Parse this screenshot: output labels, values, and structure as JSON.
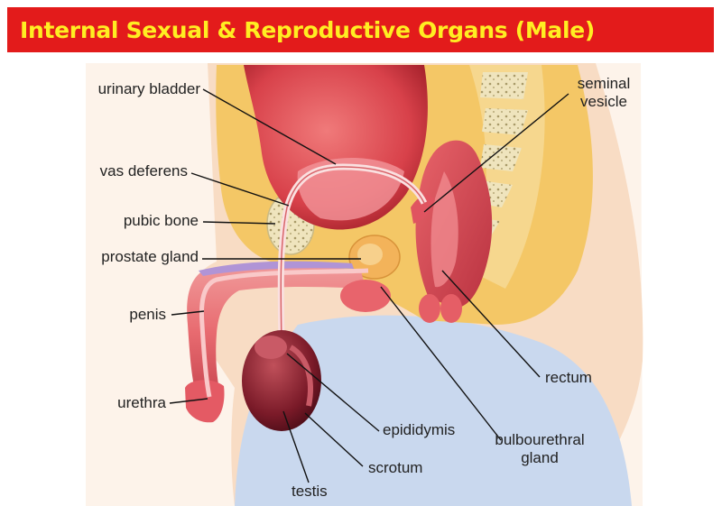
{
  "title": "Internal Sexual & Reproductive Organs (Male)",
  "colors": {
    "banner": "#e31b1b",
    "title_text": "#ffee22",
    "fat_tissue": "#f4c766",
    "skin": "#f8dcc4",
    "organ": "#d94a52",
    "bone": "#efe4bd",
    "leg_blue": "#c9d8ee"
  },
  "labels": {
    "urinary_bladder": "urinary bladder",
    "vas_deferens": "vas deferens",
    "pubic_bone": "pubic bone",
    "prostate_gland": "prostate gland",
    "penis": "penis",
    "urethra": "urethra",
    "seminal_vesicle": [
      "seminal",
      "vesicle"
    ],
    "rectum": "rectum",
    "bulbourethral_gland": [
      "bulbourethral",
      "gland"
    ],
    "epididymis": "epididymis",
    "scrotum": "scrotum",
    "testis": "testis"
  }
}
